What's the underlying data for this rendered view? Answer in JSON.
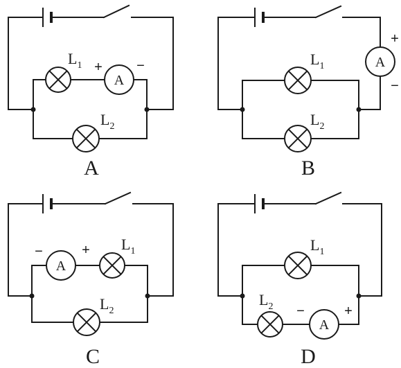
{
  "meter_symbol": "A",
  "signs": {
    "plus": "+",
    "minus": "−"
  },
  "lamps": {
    "L1": {
      "letter": "L",
      "sub": "1"
    },
    "L2": {
      "letter": "L",
      "sub": "2"
    }
  },
  "captions": {
    "a": "A",
    "b": "B",
    "c": "C",
    "d": "D"
  }
}
